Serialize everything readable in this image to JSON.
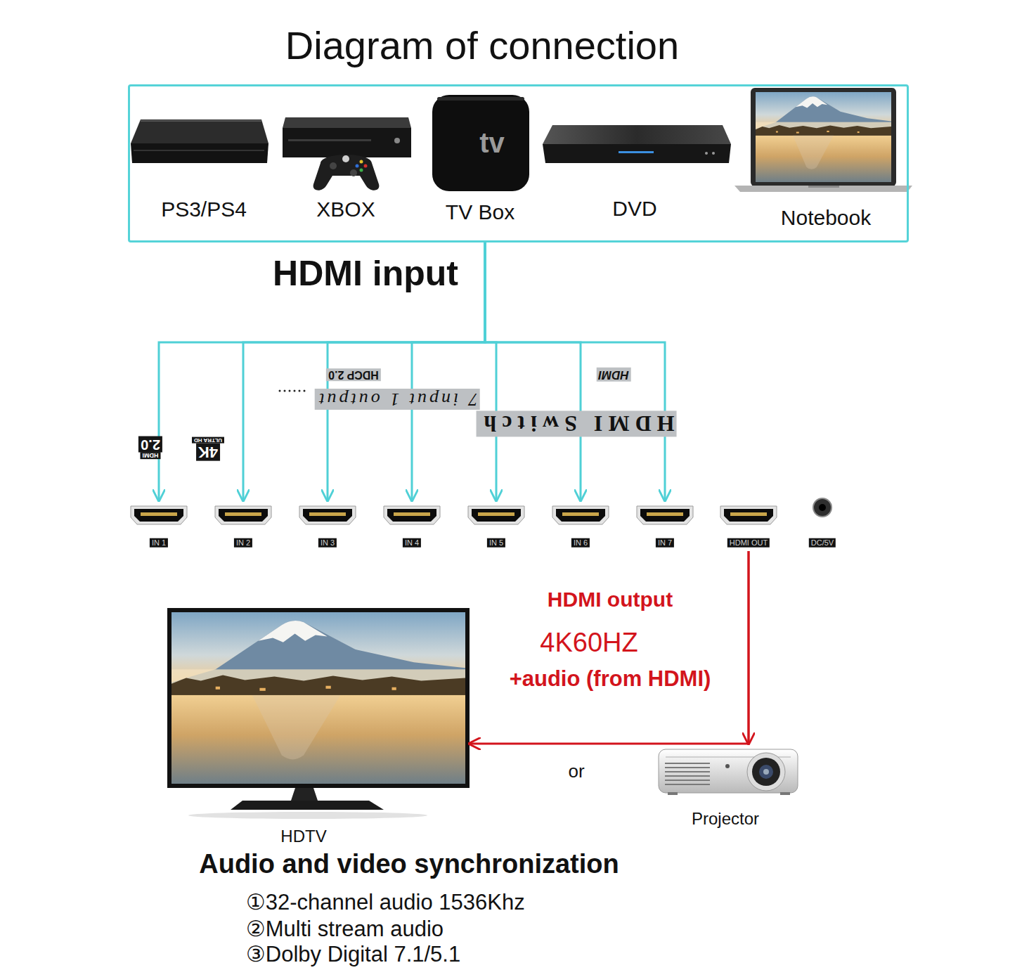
{
  "diagram": {
    "title": "Diagram of connection",
    "nodes": [
      {
        "text": [
          "HDMI input"
        ]
      },
      {
        "text": [
          "PS3/PS4"
        ],
        "in": 0
      },
      {
        "text": [
          "XBOX"
        ],
        "in": 0
      },
      {
        "text": [
          "tv",
          "TV Box"
        ],
        "in": 0
      },
      {
        "text": [
          "DVD"
        ],
        "in": 0
      },
      {
        "text": [
          "Notebook"
        ],
        "in": 0
      },
      {
        "text": [
          "HDCP 2.0",
          "HDMI",
          "HDMI Switch",
          "7 input 1 output",
          "4K",
          "ULTRA HD",
          "2.0",
          "HDMI"
        ]
      },
      {
        "text": [
          "IN 1"
        ],
        "in": 6
      },
      {
        "text": [
          "IN 2"
        ],
        "in": 6
      },
      {
        "text": [
          "IN 3"
        ],
        "in": 6
      },
      {
        "text": [
          "IN 4"
        ],
        "in": 6
      },
      {
        "text": [
          "IN 5"
        ],
        "in": 6
      },
      {
        "text": [
          "IN 6"
        ],
        "in": 6
      },
      {
        "text": [
          "IN 7"
        ],
        "in": 6
      },
      {
        "text": [
          "HDMI OUT"
        ],
        "in": 6
      },
      {
        "text": [
          "DC/5V"
        ],
        "in": 6
      },
      {
        "text": [
          "HDTV"
        ]
      },
      {
        "text": [
          "Projector"
        ]
      }
    ],
    "edges": [
      {
        "from": 0,
        "to": 7,
        "arrow": "to"
      },
      {
        "from": 0,
        "to": 8,
        "arrow": "to"
      },
      {
        "from": 0,
        "to": 9,
        "arrow": "to"
      },
      {
        "from": 0,
        "to": 10,
        "arrow": "to"
      },
      {
        "from": 0,
        "to": 11,
        "arrow": "to"
      },
      {
        "from": 0,
        "to": 12,
        "arrow": "to"
      },
      {
        "from": 0,
        "to": 13,
        "arrow": "to"
      },
      {
        "from": 14,
        "to": 16,
        "arrow": "to"
      },
      {
        "from": 14,
        "to": 17,
        "arrow": "to"
      }
    ],
    "labels": [
      "HDMI output",
      "4K60HZ",
      "+audio (from HDMI)",
      "or",
      "Audio and video synchronization",
      "①32-channel audio 1536Khz",
      "②Multi stream audio",
      "③Dolby Digital 7.1/5.1"
    ]
  }
}
